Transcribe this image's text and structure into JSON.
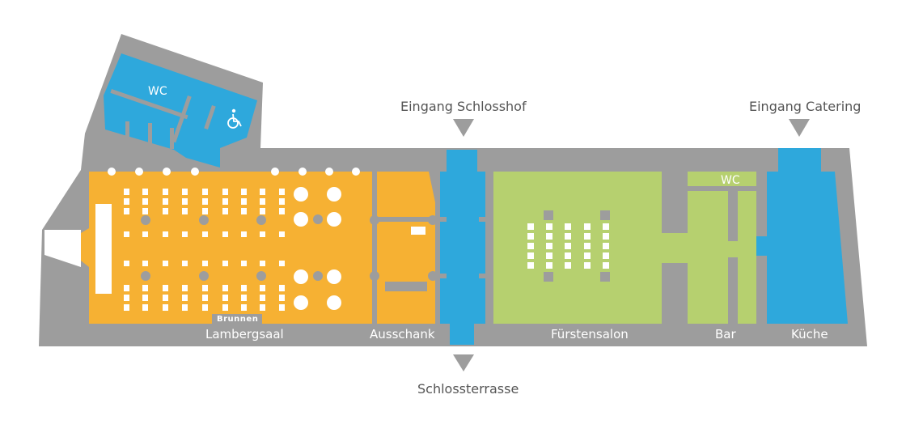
{
  "rooms": {
    "lambergsaal": "Lambergsaal",
    "ausschank": "Ausschank",
    "fuerstensalon": "Fürstensalon",
    "bar": "Bar",
    "kueche": "Küche",
    "brunnen": "Brunnen",
    "wc_top": "WC",
    "wc_bar": "WC"
  },
  "entrances": {
    "schlosshof": "Eingang Schlosshof",
    "catering": "Eingang Catering",
    "schlossterrasse": "Schlossterrasse"
  },
  "icons": [
    "wheelchair-icon",
    "entrance-arrow-icon"
  ],
  "colors": {
    "wall": "#9d9d9d",
    "lambergsaal": "#f6b133",
    "ausschank": "#f6b133",
    "corridor": "#2ea8dc",
    "fuerstensalon": "#b6d06f",
    "bar": "#b6d06f",
    "kueche": "#2ea8dc",
    "wc": "#2ea8dc",
    "label": "#ffffff",
    "outside_label": "#555555"
  }
}
